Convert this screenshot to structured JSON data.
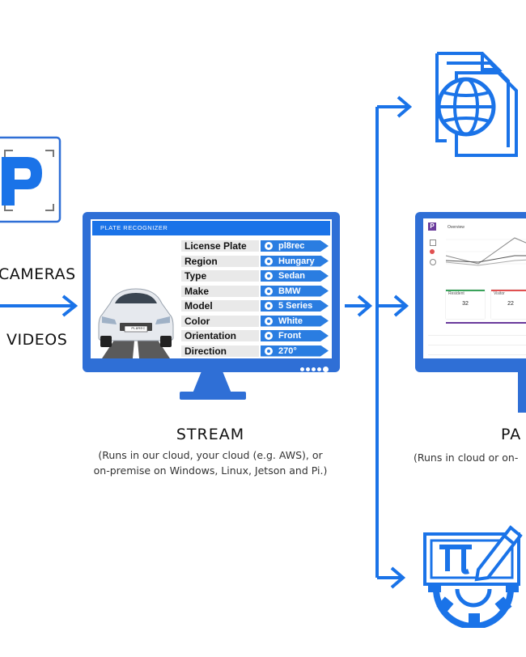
{
  "sources": {
    "cameras_label": "CAMERAS",
    "videos_label": "VIDEOS"
  },
  "stream": {
    "header": "PLATE RECOGNIZER",
    "plate_text": "PL8REC",
    "fields": [
      {
        "label": "License Plate",
        "value": "pl8rec"
      },
      {
        "label": "Region",
        "value": "Hungary"
      },
      {
        "label": "Type",
        "value": "Sedan"
      },
      {
        "label": "Make",
        "value": "BMW"
      },
      {
        "label": "Model",
        "value": "5 Series"
      },
      {
        "label": "Color",
        "value": "White"
      },
      {
        "label": "Orientation",
        "value": "Front"
      },
      {
        "label": "Direction",
        "value": "270°"
      }
    ],
    "title": "STREAM",
    "caption_line1": "(Runs in our cloud, your cloud (e.g. AWS), or",
    "caption_line2": "on-premise on Windows, Linux, Jetson and Pi.)"
  },
  "dashboard": {
    "overview_label": "Overview",
    "stat_left": {
      "label": "Resident",
      "value": "32"
    },
    "stat_right": {
      "label": "Visitor",
      "value": "22"
    },
    "title_fragment": "PA",
    "caption_fragment": "(Runs in cloud or on-"
  },
  "colors": {
    "accent": "#1a73e8",
    "monitor": "#2f6fd6",
    "field_bg": "#e9e9e9"
  }
}
